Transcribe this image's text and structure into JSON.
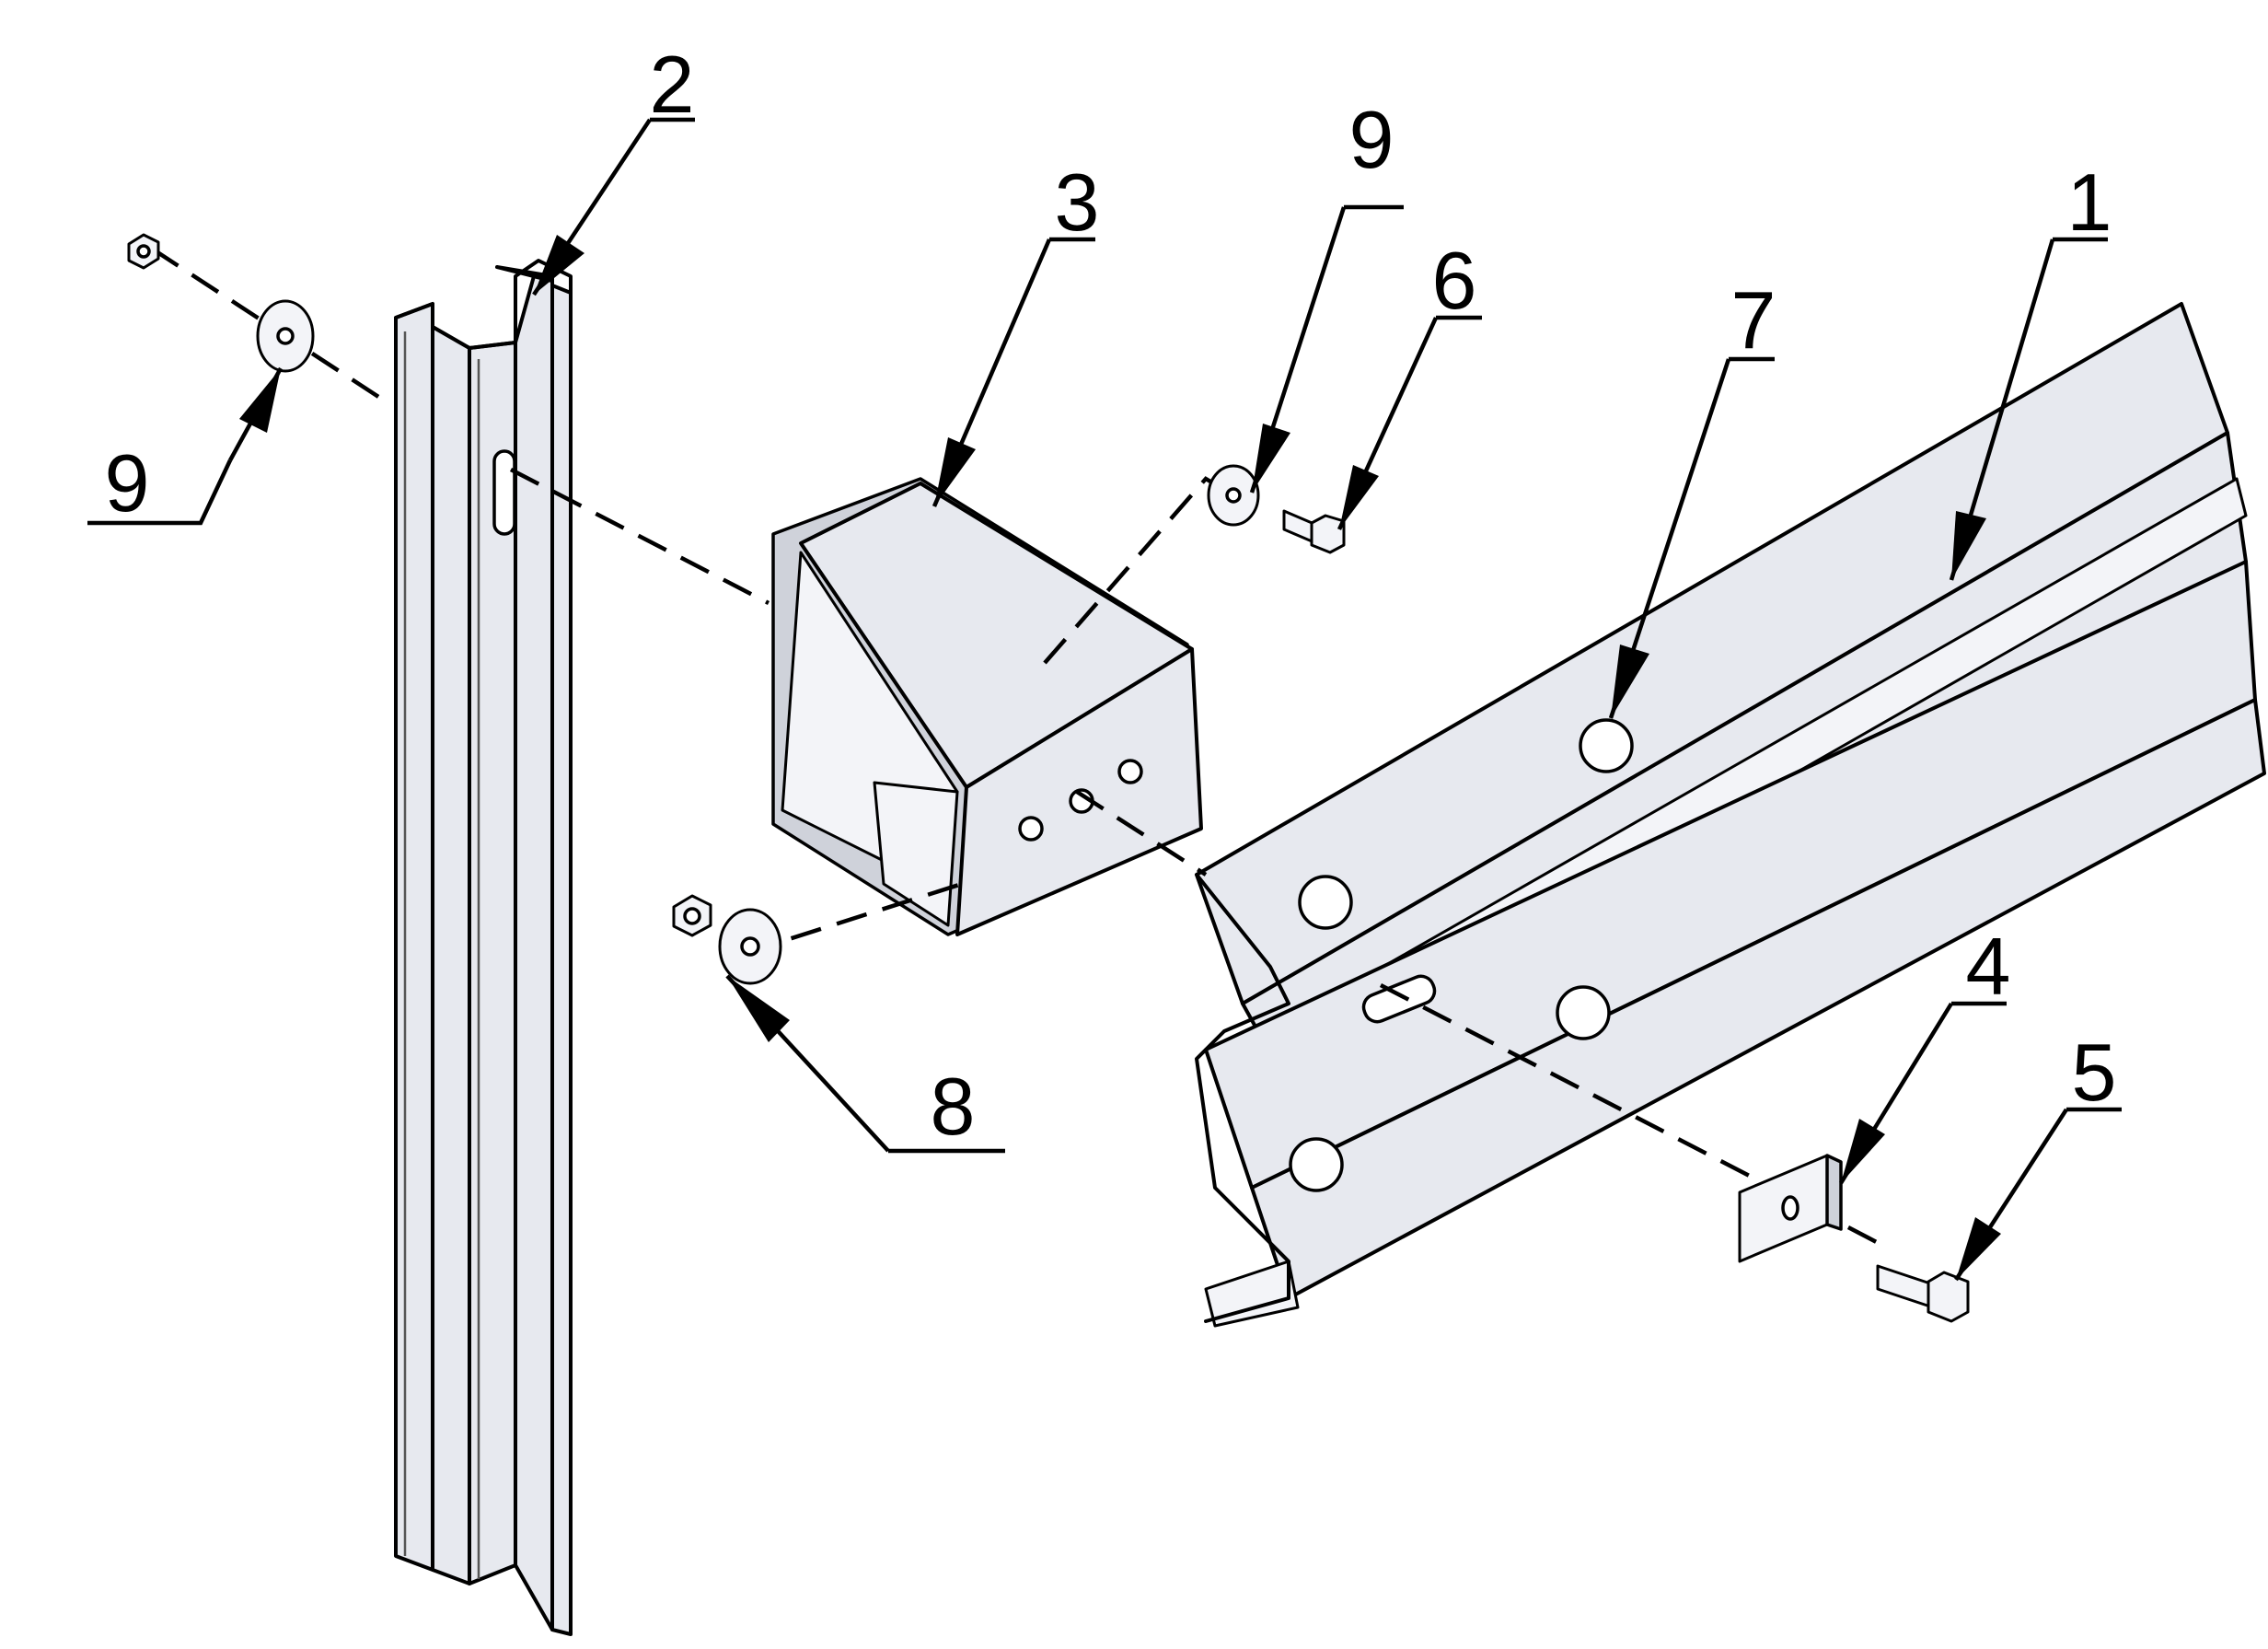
{
  "diagram": {
    "callouts": [
      {
        "id": "1"
      },
      {
        "id": "2"
      },
      {
        "id": "3"
      },
      {
        "id": "4"
      },
      {
        "id": "5"
      },
      {
        "id": "6"
      },
      {
        "id": "7"
      },
      {
        "id": "8"
      },
      {
        "id": "9"
      },
      {
        "id": "9"
      }
    ]
  }
}
